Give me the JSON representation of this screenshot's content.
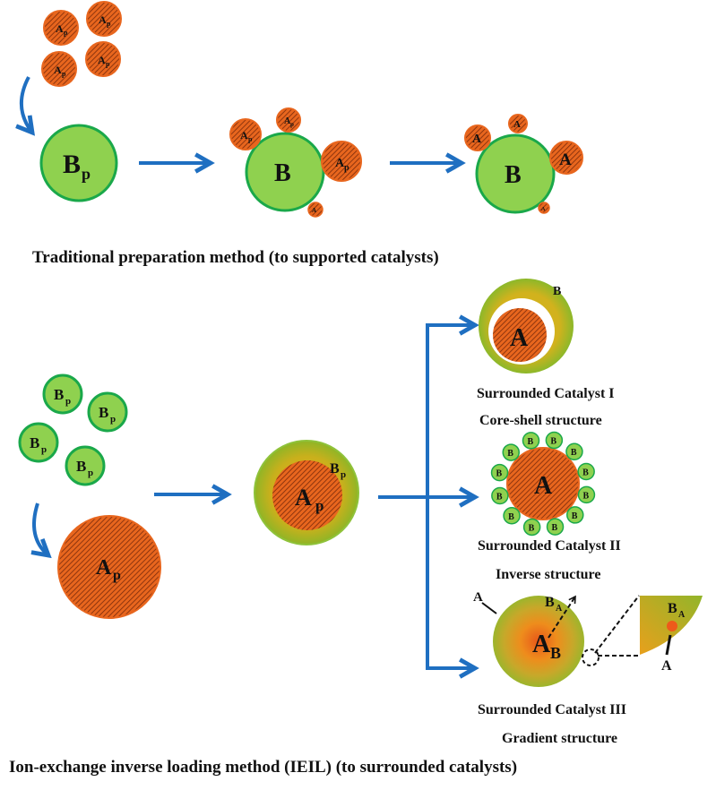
{
  "colors": {
    "arrow": "#1f6fc1",
    "green_fill": "#8fd14f",
    "green_stroke": "#1aa84a",
    "orange": "#e8661e",
    "orange_stripe": "#7a2a0a",
    "olive": "#9fb52a",
    "yellow": "#e0b51a"
  },
  "traditional": {
    "caption": "Traditional preparation method (to supported catalysts)",
    "ap_particles": [
      "A",
      "A",
      "A",
      "A"
    ],
    "ap_sub": "p",
    "bp_label": "B",
    "bp_sub": "p",
    "b_label": "B",
    "step2_particles": [
      "A",
      "A",
      "A",
      "A"
    ],
    "step2_sub": "p",
    "step3_particles": [
      "A",
      "A",
      "A",
      "A"
    ]
  },
  "ieil": {
    "caption": "Ion-exchange inverse loading method (IEIL) (to surrounded catalysts)",
    "bp_particles": [
      "B",
      "B",
      "B",
      "B"
    ],
    "bp_sub": "p",
    "ap_label": "A",
    "ap_sub": "p",
    "mid_core": "A",
    "mid_core_sub": "p",
    "mid_shell": "B",
    "mid_shell_sub": "p",
    "cat1": {
      "core": "A",
      "shell": "B",
      "title": "Surrounded Catalyst I",
      "subtitle": "Core-shell structure"
    },
    "cat2": {
      "core": "A",
      "satellite": "B",
      "title": "Surrounded Catalyst II",
      "subtitle": "Inverse structure"
    },
    "cat3": {
      "outer_label": "A",
      "core": "A",
      "core_sub": "B",
      "arrow_label": "B",
      "arrow_label_sub": "A",
      "inset_label": "B",
      "inset_label_sub": "A",
      "inset_point_label": "A",
      "title": "Surrounded Catalyst III",
      "subtitle": "Gradient structure"
    }
  }
}
